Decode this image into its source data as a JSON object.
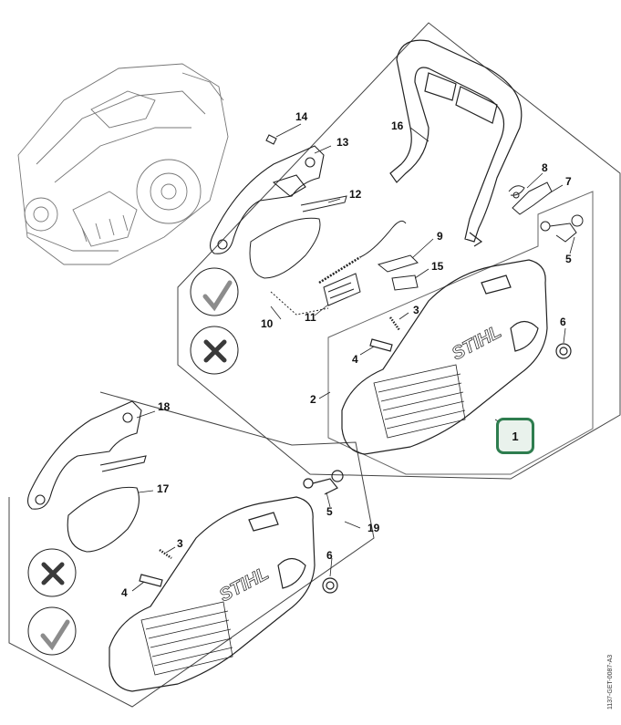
{
  "callouts": {
    "p1": "1",
    "p2": "2",
    "p3_top": "3",
    "p3_bottom": "3",
    "p4_top": "4",
    "p4_bottom": "4",
    "p5_top": "5",
    "p5_bottom": "5",
    "p6_top": "6",
    "p6_bottom": "6",
    "p7": "7",
    "p8": "8",
    "p9": "9",
    "p10": "10",
    "p11": "11",
    "p12": "12",
    "p13": "13",
    "p14": "14",
    "p15": "15",
    "p16": "16",
    "p17": "17",
    "p18": "18",
    "p19": "19"
  },
  "brand_text": "STIHL",
  "document_code": "1137-GET-0087-A3",
  "colors": {
    "highlight_border": "#2e7d4f",
    "line": "#222222",
    "check_mark": "#8c8c8c",
    "cross_mark": "#3a3a3a"
  },
  "icons": {
    "correct": "check-mark-icon",
    "incorrect": "cross-mark-icon"
  }
}
